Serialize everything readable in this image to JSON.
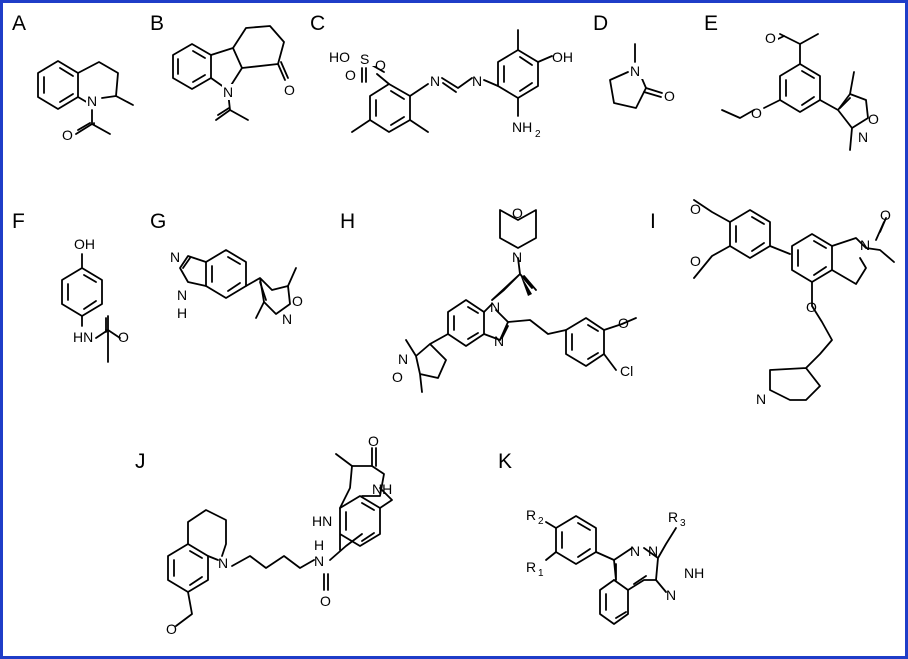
{
  "figure": {
    "border_color": "#1f3dc8",
    "panel_labels": [
      "A",
      "B",
      "C",
      "D",
      "E",
      "F",
      "G",
      "H",
      "I",
      "J",
      "K"
    ]
  },
  "molecules": {
    "A": {
      "atoms": [
        "N",
        "O"
      ]
    },
    "B": {
      "atoms": [
        "N",
        "O"
      ]
    },
    "C": {
      "atoms": [
        "HO",
        "S",
        "O",
        "O",
        "N",
        "N",
        "OH",
        "NH",
        "2"
      ]
    },
    "D": {
      "atoms": [
        "N",
        "O"
      ]
    },
    "E": {
      "atoms": [
        "O",
        "O",
        "O",
        "N"
      ]
    },
    "F": {
      "atoms": [
        "OH",
        "HN",
        "O"
      ]
    },
    "G": {
      "atoms": [
        "N",
        "N",
        "H",
        "O",
        "N"
      ]
    },
    "H": {
      "atoms": [
        "O",
        "N",
        "N",
        "N",
        "N",
        "O",
        "O",
        "Cl"
      ]
    },
    "I": {
      "atoms": [
        "O",
        "O",
        "N",
        "O",
        "O",
        "N"
      ]
    },
    "J": {
      "atoms": [
        "O",
        "NH",
        "HN",
        "N",
        "H",
        "N",
        "O",
        "O"
      ]
    },
    "K": {
      "atoms": [
        "R",
        "2",
        "R",
        "1",
        "N",
        "N",
        "R",
        "3",
        "NH",
        "N"
      ]
    }
  }
}
